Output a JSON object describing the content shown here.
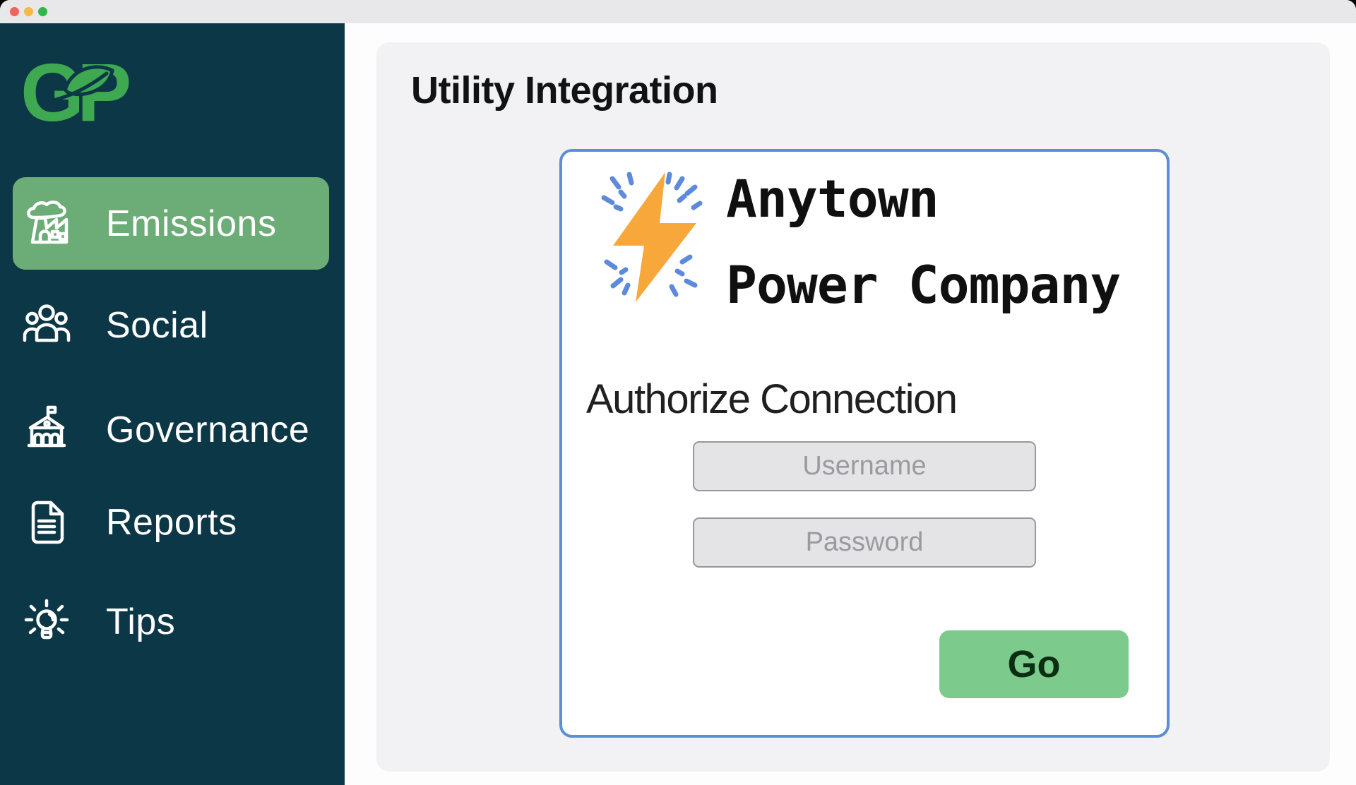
{
  "window": {
    "traffic_lights": [
      "close",
      "minimize",
      "zoom"
    ]
  },
  "sidebar": {
    "logo_text": "GP",
    "items": [
      {
        "label": "Emissions",
        "icon": "factory-icon",
        "active": true
      },
      {
        "label": "Social",
        "icon": "people-group-icon",
        "active": false
      },
      {
        "label": "Governance",
        "icon": "government-building-icon",
        "active": false
      },
      {
        "label": "Reports",
        "icon": "document-icon",
        "active": false
      },
      {
        "label": "Tips",
        "icon": "lightbulb-icon",
        "active": false
      }
    ]
  },
  "main": {
    "title": "Utility Integration"
  },
  "card": {
    "provider_icon": "lightning-bolt-icon",
    "provider_name_line1": "Anytown",
    "provider_name_line2": "Power Company",
    "subtitle": "Authorize Connection",
    "form": {
      "username_placeholder": "Username",
      "password_placeholder": "Password",
      "submit_label": "Go"
    }
  },
  "colors": {
    "sidebar_bg": "#0C3747",
    "active_item_bg": "#6CAC77",
    "logo_green": "#3EA950",
    "panel_bg": "#F2F1F4",
    "card_border_blue": "#5B8ED8",
    "button_green": "#7CCA8C",
    "bolt_orange": "#F8A83B",
    "spark_blue": "#5E8ADB",
    "topbar_bg": "#E8E7E9"
  }
}
